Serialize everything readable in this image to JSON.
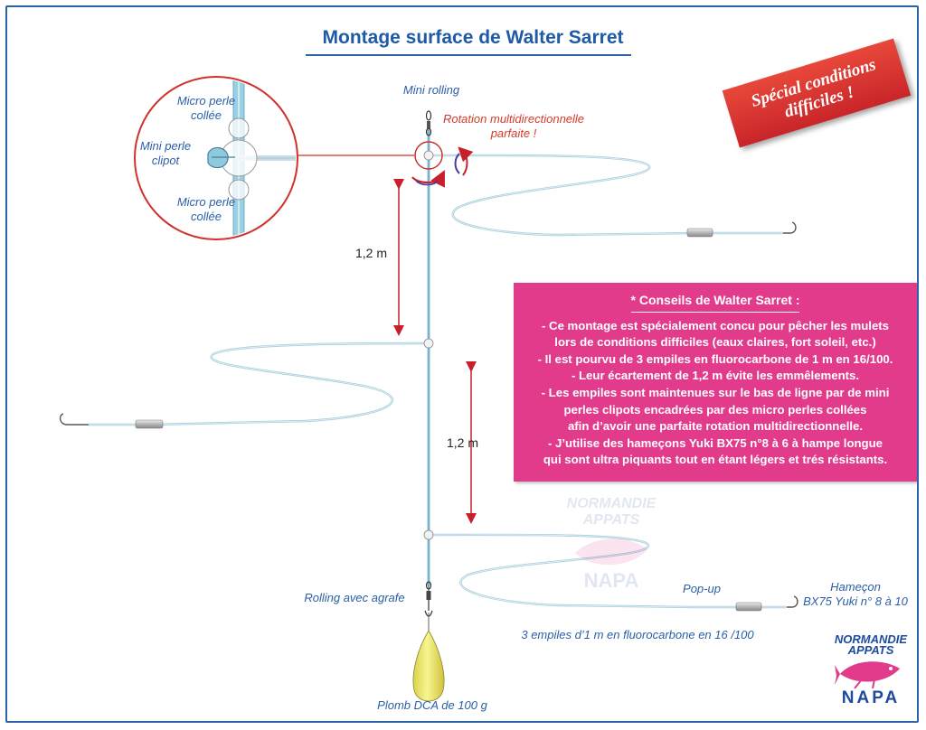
{
  "title": "Montage surface de Walter Sarret",
  "badge": {
    "line1": "Spécial conditions",
    "line2": "difficiles !"
  },
  "labels": {
    "mini_rolling": "Mini rolling",
    "rotation_line1": "Rotation multidirectionnelle",
    "rotation_line2": "parfaite !",
    "micro_perle_top_1": "Micro perle",
    "micro_perle_top_2": "collée",
    "mini_perle_1": "Mini perle",
    "mini_perle_2": "clipot",
    "micro_perle_bot_1": "Micro perle",
    "micro_perle_bot_2": "collée",
    "distance_1": "1,2 m",
    "distance_2": "1,2 m",
    "rolling_agrafe": "Rolling avec agrafe",
    "pop_up": "Pop-up",
    "hamecon_1": "Hameçon",
    "hamecon_2": "BX75 Yuki n° 8 à 10",
    "empiles": "3 empiles d’1 m en fluorocarbone en 16 /100",
    "plomb": "Plomb DCA de 100 g"
  },
  "advice": {
    "title": "* Conseils de Walter Sarret :",
    "lines": [
      "- Ce montage est spécialement concu pour  pêcher les mulets",
      "lors de conditions difficiles (eaux claires, fort soleil, etc.)",
      "- Il est  pourvu de 3 empiles en fluorocarbone de 1 m en 16/100.",
      "- Leur écartement de 1,2 m évite les emmêlements.",
      "- Les empiles sont maintenues sur le bas de ligne par de mini",
      "perles clipots encadrées par des micro perles collées",
      "afin d’avoir une parfaite rotation multidirectionnelle.",
      "- J’utilise des hameçons Yuki BX75 n°8 à 6 à hampe longue",
      "qui sont ultra piquants tout en étant légers et trés résistants."
    ]
  },
  "logo": {
    "line1": "NORMANDIE",
    "line2": "APPATS",
    "line3": "NAPA"
  },
  "watermark": {
    "line1": "NORMANDIE",
    "line2": "APPATS",
    "line3": "NAPA"
  },
  "colors": {
    "title": "#1e5aa8",
    "line": "#8fc3d8",
    "arrow": "#c8202a",
    "advice_bg": "#e23b8c",
    "badge_bg": "#d9312e",
    "lead": "#f3ef6a"
  }
}
